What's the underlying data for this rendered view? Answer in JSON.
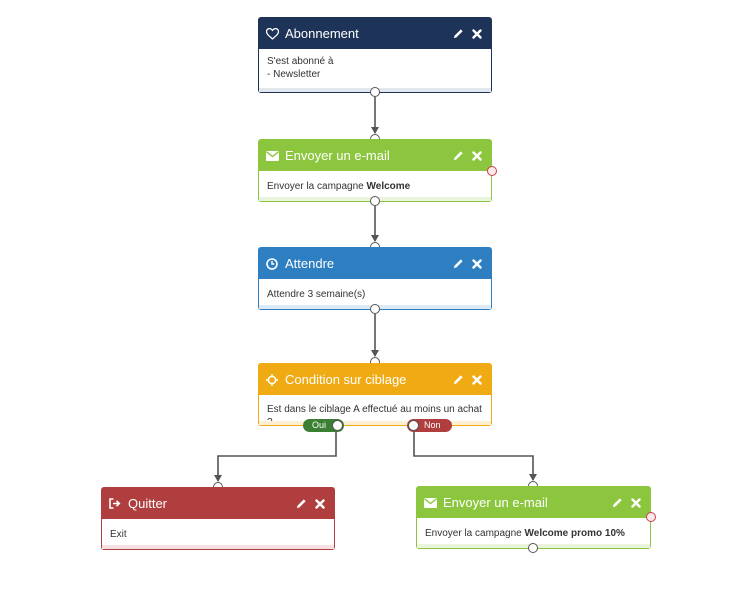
{
  "colors": {
    "navy": "#1d3358",
    "green": "#8cc63f",
    "blue": "#2e7fc2",
    "orange": "#f0aa13",
    "red": "#b03e3f",
    "oui": "#3b7f32",
    "non": "#b03e3f",
    "wire": "#555555"
  },
  "nodes": {
    "subscription": {
      "icon": "heart-outline-icon",
      "title": "Abonnement",
      "line1": "S'est abonné à",
      "line2": "- Newsletter"
    },
    "email1": {
      "icon": "envelope-icon",
      "title": "Envoyer un e-mail",
      "text": "Envoyer la campagne ",
      "campaign": "Welcome"
    },
    "wait": {
      "icon": "clock-icon",
      "title": "Attendre",
      "text": "Attendre 3 semaine(s)"
    },
    "condition": {
      "icon": "crosshair-icon",
      "title": "Condition sur ciblage",
      "text": "Est dans le ciblage A effectué au moins un achat ?",
      "yes_label": "Oui",
      "no_label": "Non"
    },
    "exit": {
      "icon": "sign-out-icon",
      "title": "Quitter",
      "text": "Exit"
    },
    "email2": {
      "icon": "envelope-icon",
      "title": "Envoyer un e-mail",
      "text": "Envoyer la campagne ",
      "campaign": "Welcome promo 10%"
    }
  },
  "actions": {
    "edit_icon": "pencil-icon",
    "delete_icon": "close-icon"
  }
}
